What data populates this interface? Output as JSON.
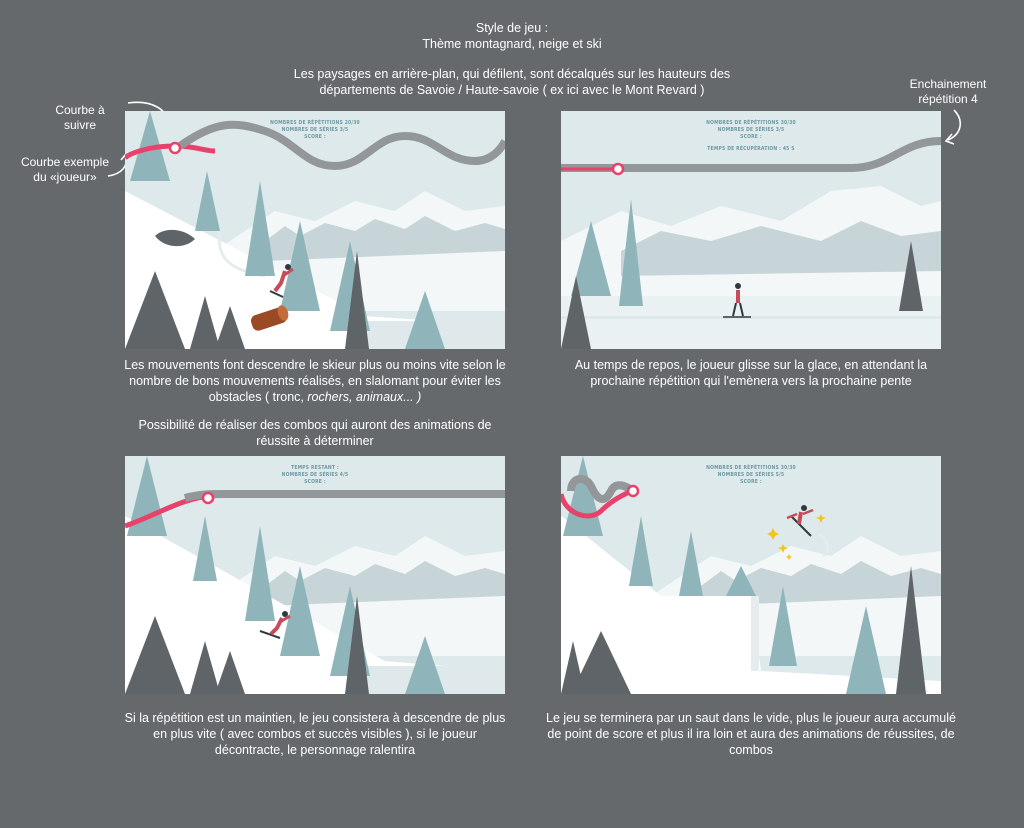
{
  "header": {
    "line1": "Style de jeu :",
    "line2": "Thème montagnard, neige et ski",
    "line3": "Les paysages en arrière-plan, qui défilent, sont décalqués sur les hauteurs des",
    "line4": "départements de Savoie / Haute-savoie ( ex ici avec le Mont Revard )"
  },
  "annotations": {
    "curve_follow_1": "Courbe à",
    "curve_follow_2": "suivre",
    "curve_player_1": "Courbe exemple",
    "curve_player_2": "du «joueur»",
    "chain_1": "Enchainement",
    "chain_2": "répétition 4"
  },
  "panels": [
    {
      "hud": [
        "NOMBRES DE RÉPÉTITIONS 20/30",
        "NOMBRES DE SÉRIES 3/5",
        "SCORE :"
      ],
      "caption": [
        "Les mouvements font descendre le skieur plus ou moins vite selon le",
        "nombre de bons mouvements réalisés, en slalomant pour éviter les",
        "obstacles ( tronc, "
      ],
      "caption_italic": "rochers, animaux... )"
    },
    {
      "hud": [
        "NOMBRES DE RÉPÉTITIONS 30/30",
        "NOMBRES DE SÉRIES 3/5",
        "SCORE :",
        "",
        "TEMPS DE RÉCUPÉRATION : 45 S"
      ],
      "caption": [
        "Au temps de repos, le joueur glisse sur la glace, en attendant la",
        "prochaine répétition qui l'emènera vers la prochaine pente"
      ]
    },
    {
      "hud": [
        "TEMPS RESTANT :",
        "NOMBRES DE SÉRIES 4/5",
        "SCORE :"
      ],
      "caption": [
        "Si la répétition est un maintien, le jeu consistera à descendre de plus",
        "en plus vite ( avec combos et succès visibles ), si le joueur",
        "décontracte, le personnage ralentira"
      ]
    },
    {
      "hud": [
        "NOMBRES DE RÉPÉTITIONS 30/30",
        "NOMBRES DE SÉRIES 5/5",
        "SCORE :"
      ],
      "caption": [
        "Le jeu se terminera par un saut dans le vide, plus le joueur aura accumulé",
        "de point de score et plus il ira loin et aura des animations de réussites, de",
        "combos"
      ]
    }
  ],
  "combo_note": [
    "Possibilité de réaliser des combos qui auront des animations de",
    "réussite à déterminer"
  ],
  "colors": {
    "background": "#66696c",
    "player_curve": "#e8416b",
    "target_curve": "#949799",
    "tree_dark": "#5f6468",
    "tree_teal": "#8fb5bb",
    "sky": "#dde9ea"
  }
}
